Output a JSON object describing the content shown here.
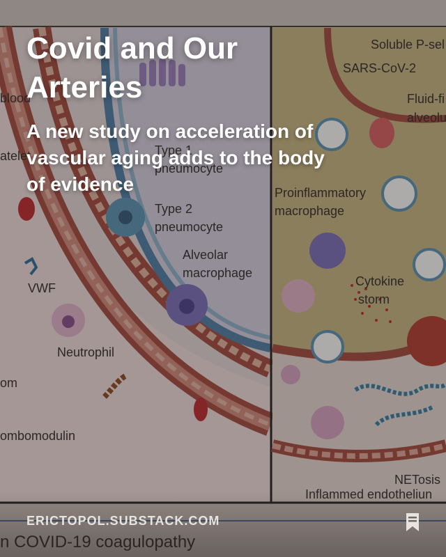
{
  "post": {
    "title": "Covid and Our Arteries",
    "subtitle": "A new study on acceleration of vascular aging adds to the body of evidence",
    "domain": "ERICTOPOL.SUBSTACK.COM"
  },
  "figure": {
    "labels": {
      "blood": "blood",
      "platelet": "atelet",
      "type1": "Type 1",
      "type1b": "pneumocyte",
      "type2": "Type 2",
      "type2b": "pneumocyte",
      "alv": "Alveolar",
      "alvb": "macrophage",
      "vwf": "VWF",
      "neutrophil": "Neutrophil",
      "om": "om",
      "thrombomodulin": "ombomodulin",
      "soluble": "Soluble P-sel",
      "sars": "SARS-CoV-2",
      "fluid": "Fluid-fi",
      "alveolu": "alveolu",
      "proinfl": "Proinflammatory",
      "proinflb": "macrophage",
      "cytokine": "Cytokine",
      "storm": "storm",
      "netosis": "NETosis",
      "inflamed": "Inflammed endotheliun"
    },
    "caption": "n COVID-19 coagulopathy"
  },
  "icons": {
    "bookmark": "bookmark-icon"
  },
  "colors": {
    "title_text": "#ffffff",
    "overlay": "#28221e",
    "vessel_wall": "#a3493f",
    "alveolus_fill": "#c9b684",
    "virus": "#5a93b6"
  }
}
